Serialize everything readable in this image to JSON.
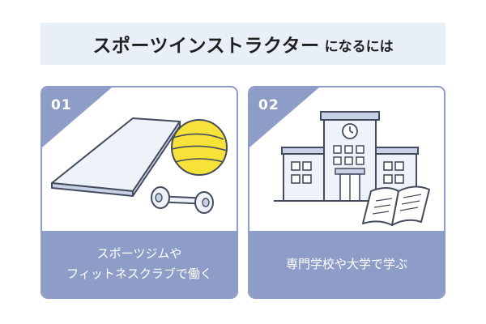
{
  "title": {
    "main": "スポーツインストラクター",
    "suffix": "になるには"
  },
  "colors": {
    "accent": "#8e9dc7",
    "banner": "#e9eff9",
    "ball": "#f7e23a",
    "line": "#444b5c"
  },
  "steps": [
    {
      "number": "01",
      "caption_line1": "スポーツジムや",
      "caption_line2": "フィットネスクラブで働く",
      "icons": [
        "exercise-mat-icon",
        "exercise-ball-icon",
        "dumbbell-icon"
      ]
    },
    {
      "number": "02",
      "caption_line1": "専門学校や大学で学ぶ",
      "icons": [
        "school-building-icon",
        "clock-icon",
        "open-book-icon"
      ]
    }
  ]
}
